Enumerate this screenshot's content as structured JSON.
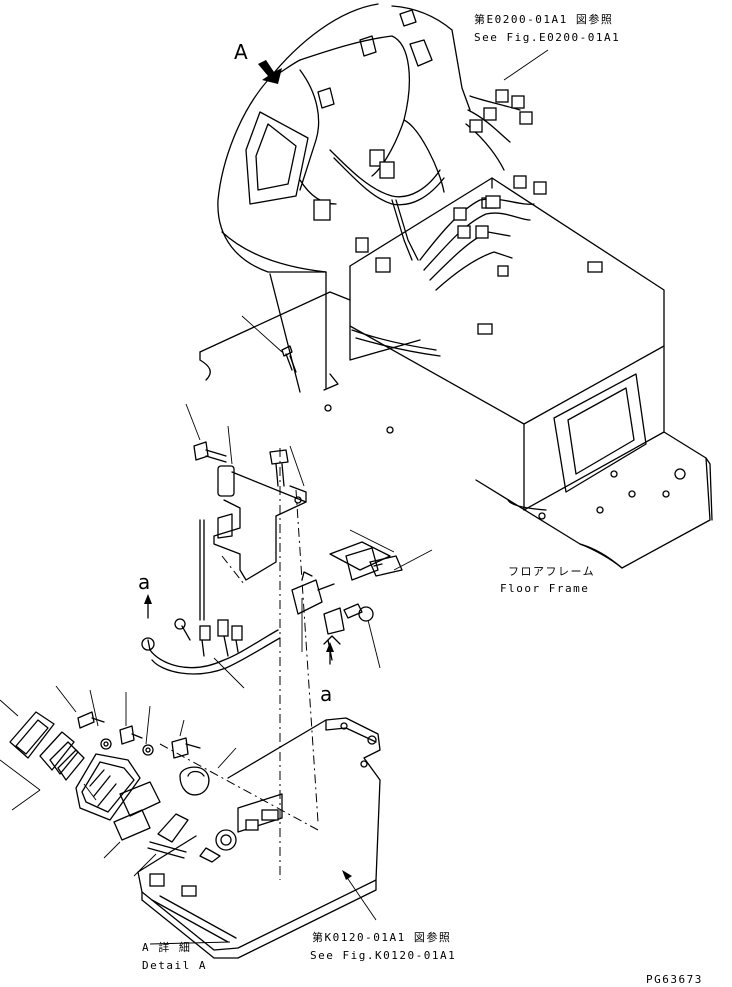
{
  "labels": {
    "ref_e0200_jp": "第E0200-01A1 図参照",
    "ref_e0200_en": "See Fig.E0200-01A1",
    "view_a": "A",
    "floor_frame_jp": "フロアフレーム",
    "floor_frame_en": "Floor Frame",
    "detail_a_jp": "A 詳 細",
    "detail_a_en": "Detail A",
    "ref_k0120_jp": "第K0120-01A1 図参照",
    "ref_k0120_en": "See Fig.K0120-01A1",
    "marker_a_upper": "a",
    "marker_a_lower": "a",
    "drawing_number": "PG63673"
  }
}
